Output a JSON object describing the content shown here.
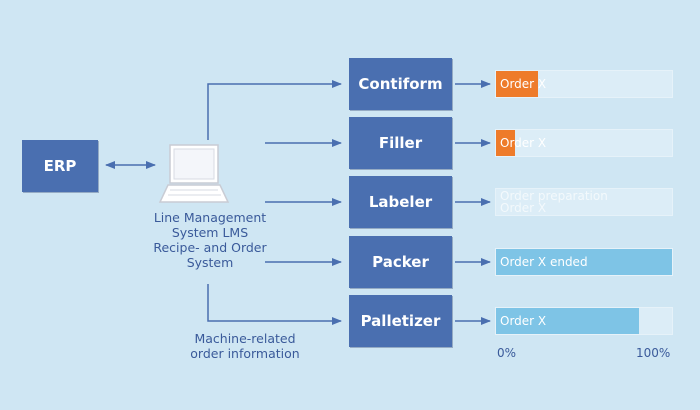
{
  "colors": {
    "background": "#cfe6f3",
    "box": "#4a6fb0",
    "arrow": "#4a6fb0",
    "bar_light": "#7ec4e6",
    "bar_orange": "#ee7b2a",
    "text": "#3a5a9a"
  },
  "erp": {
    "label": "ERP"
  },
  "lms": {
    "icon": "computer-terminal-icon",
    "label_lines": [
      "Line Management",
      "System LMS",
      "Recipe- and Order",
      "System"
    ]
  },
  "machine_info": {
    "label_lines": [
      "Machine-related",
      "order information"
    ]
  },
  "machines": [
    {
      "label": "Contiform",
      "bar_text": "Order X",
      "bar_progress": 0.24,
      "bar_color": "orange"
    },
    {
      "label": "Filler",
      "bar_text": "Order X",
      "bar_progress": 0.11,
      "bar_color": "orange"
    },
    {
      "label": "Labeler",
      "bar_text_lines": [
        "Order preparation",
        "Order X"
      ],
      "bar_progress": 0.0,
      "bar_color": "none"
    },
    {
      "label": "Packer",
      "bar_text": "Order X ended",
      "bar_progress": 1.0,
      "bar_color": "light"
    },
    {
      "label": "Palletizer",
      "bar_text": "Order X",
      "bar_progress": 0.81,
      "bar_color": "light"
    }
  ],
  "scale": {
    "min_label": "0%",
    "max_label": "100%"
  }
}
